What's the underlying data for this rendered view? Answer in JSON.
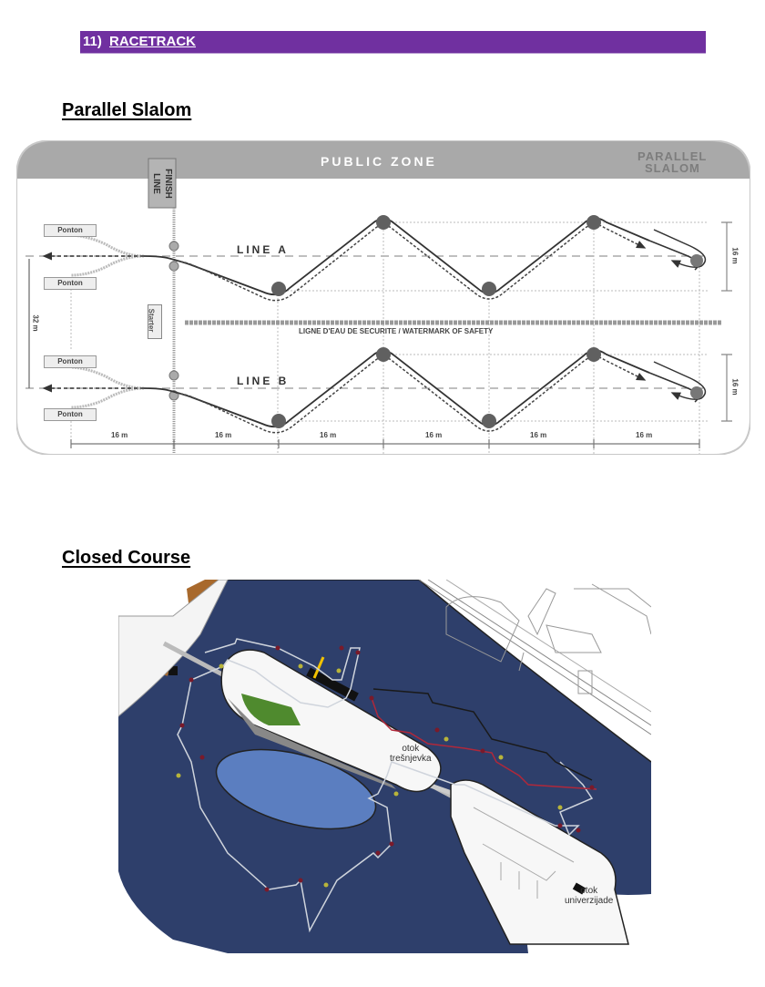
{
  "section": {
    "number": "11)",
    "title": "RACETRACK",
    "bar_color": "#7030a0"
  },
  "parallel_slalom": {
    "heading": "Parallel Slalom",
    "diagram": {
      "header_band": "PUBLIC ZONE",
      "corner_title_line1": "PARALLEL",
      "corner_title_line2": "SLALOM",
      "finish_line_line1": "FINISH",
      "finish_line_line2": "LINE",
      "starter": "Starter",
      "line_a": "LINE A",
      "line_b": "LINE B",
      "safety_line": "LIGNE D'EAU DE SECURITE / WATERMARK OF SAFETY",
      "pontoons": [
        "Ponton",
        "Ponton",
        "Ponton",
        "Ponton"
      ],
      "vertical_distance": "32 m",
      "lane_width_a": "16 m",
      "lane_width_b": "16 m",
      "segment_distances": [
        "16 m",
        "16 m",
        "16 m",
        "16 m",
        "16 m",
        "16 m"
      ]
    }
  },
  "closed_course": {
    "heading": "Closed Course",
    "map": {
      "island_1_line1": "otok",
      "island_1_line2": "trešnjevka",
      "island_2_line1": "otok",
      "island_2_line2": "univerzijade",
      "water_color": "#2e3f6b",
      "lake_color": "#5b7ec0",
      "red_route_color": "#b0283a",
      "black_route_color": "#1a1a1a",
      "park_color": "#4f8a2e",
      "dock_color": "#a8692c"
    }
  }
}
